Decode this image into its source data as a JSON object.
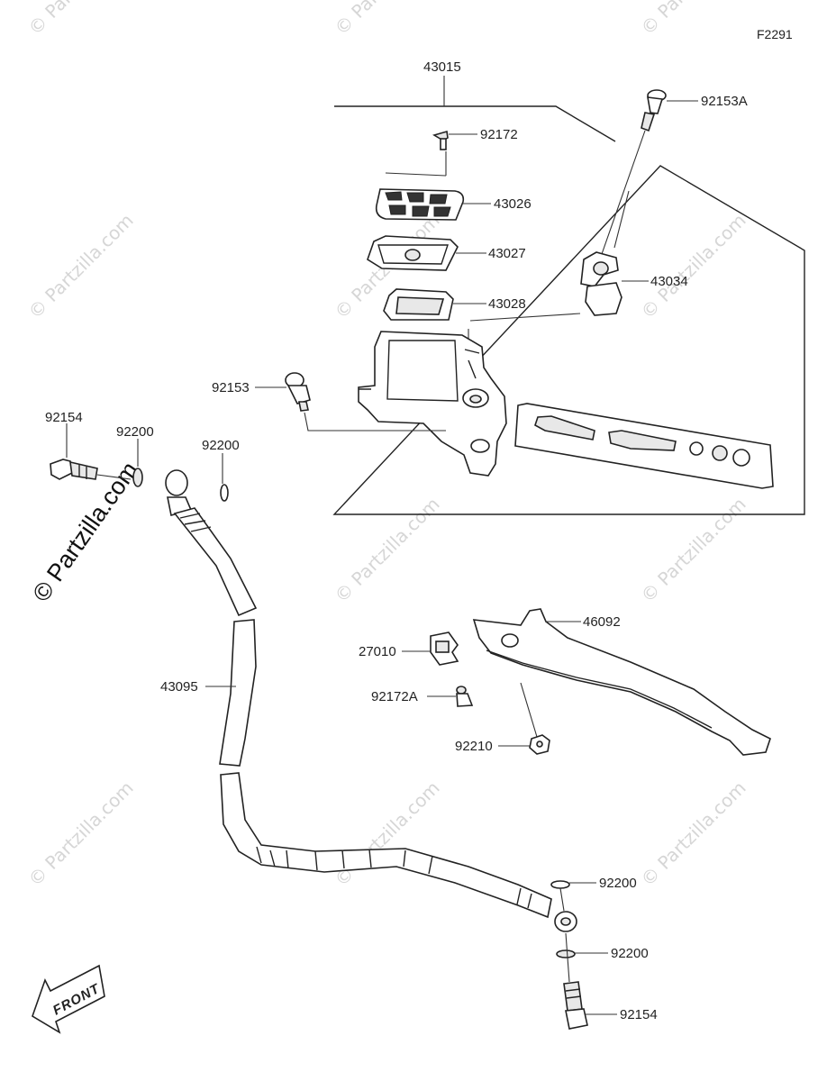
{
  "figure_code": "F2291",
  "watermark": {
    "text": "© Partzilla.com",
    "large_text": "© Partzilla.com"
  },
  "front_arrow": {
    "text": "FRONT"
  },
  "labels": {
    "p43015": "43015",
    "p92153A": "92153A",
    "p92172": "92172",
    "p43026": "43026",
    "p43027": "43027",
    "p43028": "43028",
    "p43034": "43034",
    "p92153": "92153",
    "p92154_top": "92154",
    "p92200_a": "92200",
    "p92200_b": "92200",
    "p46092": "46092",
    "p27010": "27010",
    "p43095": "43095",
    "p92172A": "92172A",
    "p92210": "92210",
    "p92200_c": "92200",
    "p92200_d": "92200",
    "p92154_bottom": "92154"
  }
}
